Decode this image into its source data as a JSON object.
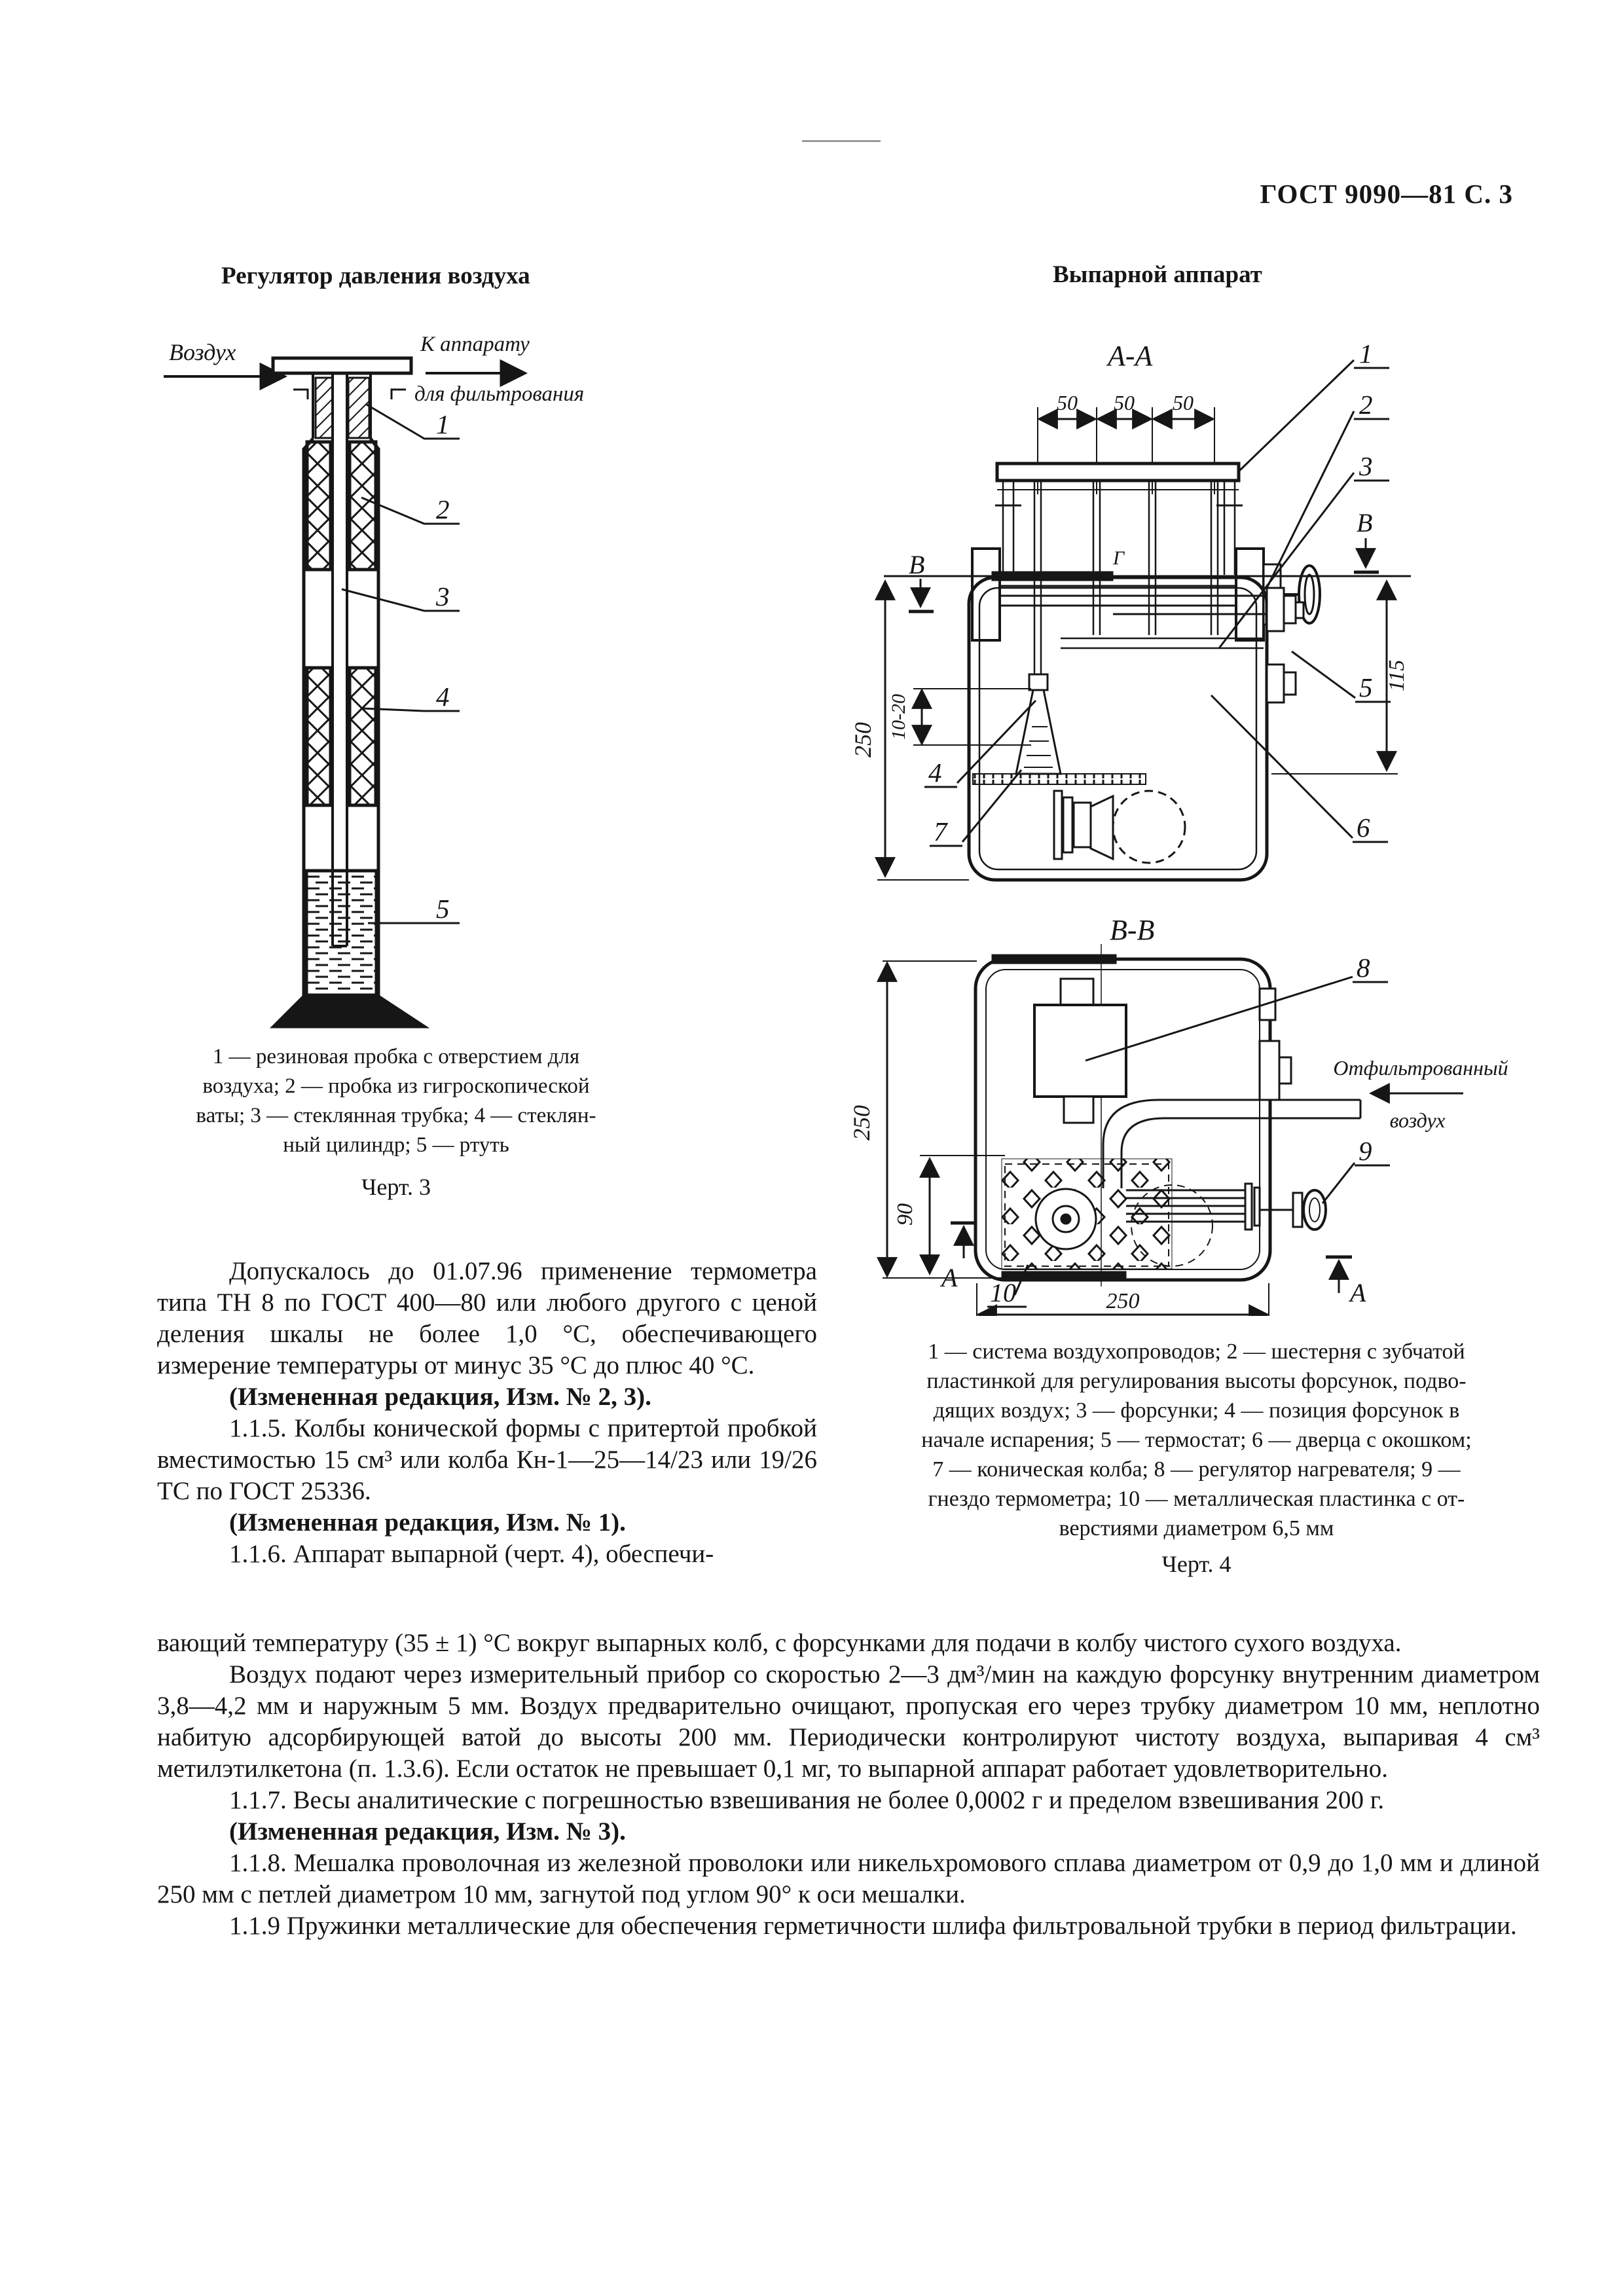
{
  "header": {
    "doc_ref": "ГОСТ 9090—81 С. 3"
  },
  "fig3": {
    "title": "Регулятор давления воздуха",
    "labels": {
      "air": "Воздух",
      "to_apparatus_line1": "К аппарату",
      "to_apparatus_line2": "для фильтрования"
    },
    "callouts": {
      "c1": "1",
      "c2": "2",
      "c3": "3",
      "c4": "4",
      "c5": "5"
    },
    "caption_lines": [
      "1 — резиновая пробка с отверстием для",
      "воздуха; 2 — пробка из гигроскопической",
      "ваты; 3 — стеклянная трубка; 4 — стеклян-",
      "ный цилиндр; 5 — ртуть"
    ],
    "figure_label": "Черт. 3"
  },
  "fig4": {
    "title": "Выпарной аппарат",
    "section_top": "А-А",
    "section_bottom": "В-В",
    "dims": {
      "d50a": "50",
      "d50b": "50",
      "d50c": "50",
      "d250_main": "250",
      "d10_20": "10-20",
      "d115": "115",
      "d250_bb": "250",
      "d90": "90",
      "d250_bottom": "250"
    },
    "callouts": {
      "c1": "1",
      "c2": "2",
      "c3": "3",
      "c4": "4",
      "c5": "5",
      "c6": "6",
      "c7": "7",
      "c8": "8",
      "c9": "9",
      "c10": "10"
    },
    "section_marks": {
      "b_left": "В",
      "b_right": "В",
      "a_left": "А",
      "a_right": "А",
      "g": "Г"
    },
    "labels": {
      "filtered_air_line1": "Отфильтрованный",
      "filtered_air_line2": "воздух"
    },
    "caption_lines": [
      "1 — система воздухопроводов; 2 — шестерня с зубчатой",
      "пластинкой для регулирования высоты форсунок, подво-",
      "дящих воздух; 3 — форсунки; 4 — позиция форсунок в",
      "начале испарения; 5 — термостат; 6 — дверца с окошком;",
      "7 — коническая колба; 8 — регулятор нагревателя; 9 —",
      "гнездо термометра; 10 — металлическая пластинка с от-",
      "верстиями диаметром 6,5 мм"
    ],
    "figure_label": "Черт. 4"
  },
  "body": {
    "p1": "Допускалось до 01.07.96 применение термометра типа ТН 8 по ГОСТ 400—80 или любого другого с ценой деления шкалы не более 1,0 °С, обеспечивающего измерение температуры от минус 35 °С до плюс 40 °С.",
    "p2": "(Измененная редакция, Изм. № 2, 3).",
    "p3": "1.1.5. Колбы конической формы с притертой пробкой вместимостью 15 см³ или колба Кн-1—25—14/23 или 19/26 ТС по ГОСТ 25336.",
    "p4": "(Измененная редакция, Изм. № 1).",
    "p5": "1.1.6. Аппарат выпарной (черт. 4), обеспечи-",
    "f1": "вающий температуру (35 ± 1) °С вокруг выпарных колб, с форсунками для подачи в колбу чистого сухого воздуха.",
    "f2": "Воздух подают через измерительный прибор со скоростью 2—3 дм³/мин на каждую форсунку внутренним диаметром 3,8—4,2 мм и наружным 5 мм. Воздух предварительно очищают, пропуская его через трубку диаметром 10 мм, неплотно набитую адсорбирующей ватой до высоты 200 мм. Периодически контролируют чистоту воздуха, выпаривая 4 см³ метилэтилкетона (п. 1.3.6). Если остаток не превышает 0,1 мг, то выпарной аппарат работает удовлетворительно.",
    "f3": "1.1.7. Весы аналитические с погрешностью взвешивания не более 0,0002 г и пределом взвешивания 200 г.",
    "f4": "(Измененная редакция, Изм. № 3).",
    "f5": "1.1.8. Мешалка проволочная из железной проволоки или никельхромового сплава диаметром от 0,9 до 1,0 мм и длиной 250 мм с петлей диаметром 10 мм, загнутой под углом 90° к оси мешалки.",
    "f6": "1.1.9 Пружинки металлические для обеспечения герметичности шлифа фильтровальной трубки в период фильтрации."
  }
}
